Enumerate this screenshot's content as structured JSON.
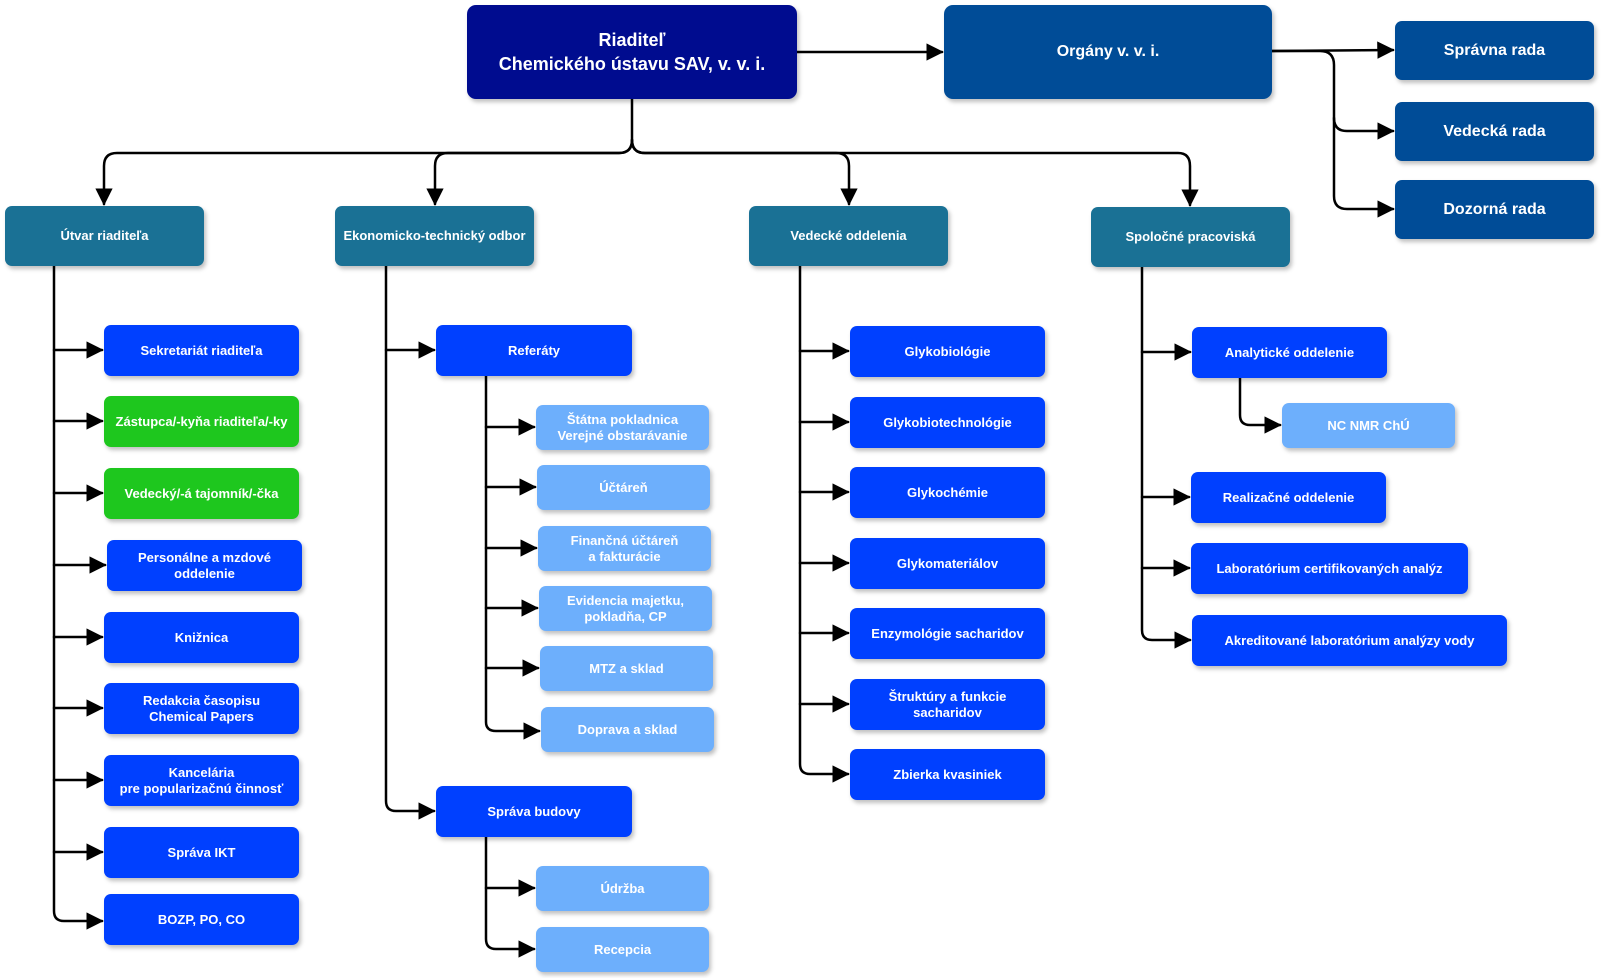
{
  "colors": {
    "director": "#000c8f",
    "organs": "#004c97",
    "section_header": "#1a7195",
    "unit": "#0040ff",
    "deputy": "#1ec71e",
    "sub_unit": "#6daffc",
    "connector": "#000000"
  },
  "director": {
    "line1": "Riaditeľ",
    "line2": "Chemického ústavu SAV, v. v. i."
  },
  "organs": {
    "title": "Orgány v. v. i.",
    "items": [
      "Správna rada",
      "Vedecká rada",
      "Dozorná rada"
    ]
  },
  "sections": {
    "utvar": {
      "title": "Útvar riaditeľa",
      "items": [
        [
          "Sekretariát riaditeľa"
        ],
        [
          "Zástupca/-kyňa riaditeľa/-ky"
        ],
        [
          "Vedecký/-á tajomník/-čka"
        ],
        [
          "Personálne a mzdové",
          "oddelenie"
        ],
        [
          "Knižnica"
        ],
        [
          "Redakcia časopisu",
          "Chemical Papers"
        ],
        [
          "Kancelária",
          "pre popularizačnú činnosť"
        ],
        [
          "Správa IKT"
        ],
        [
          "BOZP, PO, CO"
        ]
      ]
    },
    "ekon": {
      "title": "Ekonomicko-technický odbor",
      "referaty": {
        "title": "Referáty",
        "items": [
          [
            "Štátna pokladnica",
            "Verejné obstarávanie"
          ],
          [
            "Účtáreň"
          ],
          [
            "Finančná účtáreň",
            "a fakturácie"
          ],
          [
            "Evidencia majetku,",
            "pokladňa, CP"
          ],
          [
            "MTZ a sklad"
          ],
          [
            "Doprava a sklad"
          ]
        ]
      },
      "sprava": {
        "title": "Správa budovy",
        "items": [
          [
            "Údržba"
          ],
          [
            "Recepcia"
          ]
        ]
      }
    },
    "vedecke": {
      "title": "Vedecké oddelenia",
      "items": [
        [
          "Glykobiológie"
        ],
        [
          "Glykobiotechnológie"
        ],
        [
          "Glykochémie"
        ],
        [
          "Glykomateriálov"
        ],
        [
          "Enzymológie sacharidov"
        ],
        [
          "Štruktúry a funkcie",
          "sacharidov"
        ],
        [
          "Zbierka kvasiniek"
        ]
      ]
    },
    "spolocne": {
      "title": "Spoločné pracoviská",
      "analyticke": {
        "title": "Analytické oddelenie",
        "child": "NC NMR ChÚ"
      },
      "items": [
        [
          "Realizačné oddelenie"
        ],
        [
          "Laboratórium certifikovaných analýz"
        ],
        [
          "Akreditované laboratórium analýzy vody"
        ]
      ]
    }
  }
}
